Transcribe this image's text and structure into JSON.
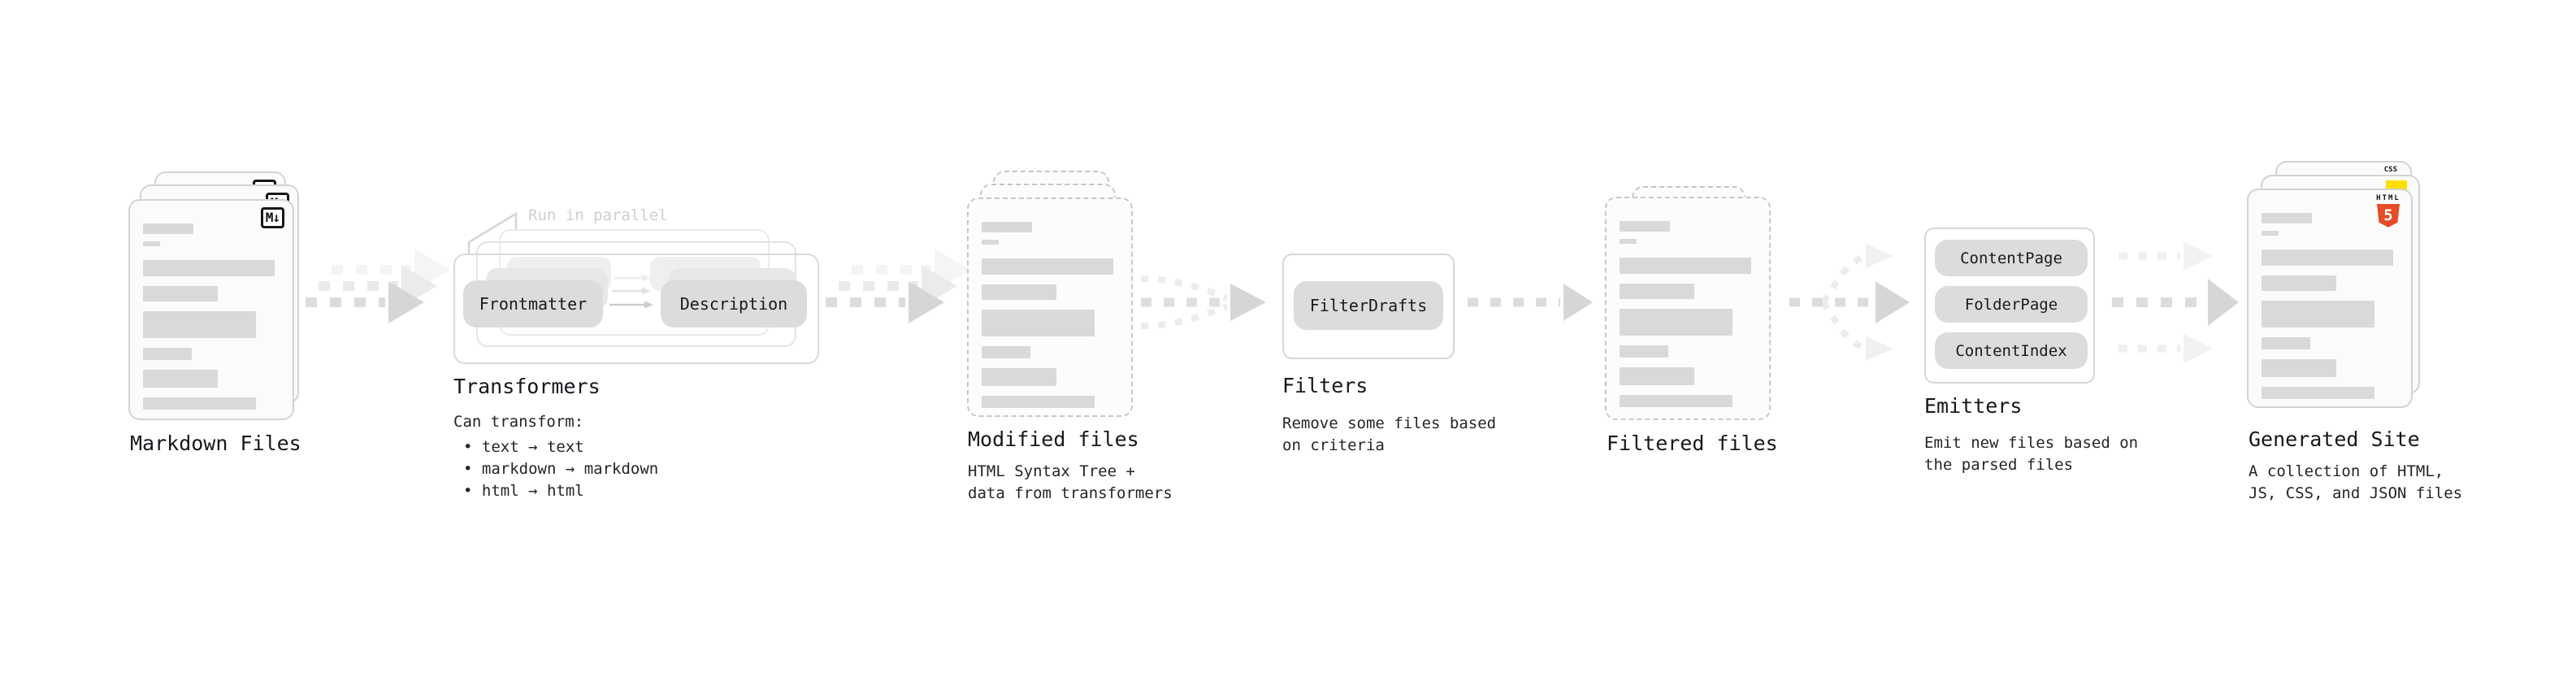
{
  "stages": {
    "markdown": {
      "label": "Markdown Files"
    },
    "transformers": {
      "label": "Transformers",
      "annotation": "Run in parallel",
      "source_button": "Frontmatter",
      "target_button": "Description",
      "desc_heading": "Can transform:",
      "bullets": [
        "• text → text",
        "• markdown → markdown",
        "• html → html"
      ]
    },
    "modified": {
      "label": "Modified files",
      "desc": "HTML Syntax Tree +\ndata from transformers"
    },
    "filters": {
      "label": "Filters",
      "button": "FilterDrafts",
      "desc": "Remove some files based\non criteria"
    },
    "filtered": {
      "label": "Filtered files"
    },
    "emitters": {
      "label": "Emitters",
      "buttons": [
        "ContentPage",
        "FolderPage",
        "ContentIndex"
      ],
      "desc": "Emit new files based on\nthe parsed files"
    },
    "generated": {
      "label": "Generated Site",
      "desc": "A collection of HTML,\nJS, CSS, and JSON files"
    }
  },
  "icons": {
    "markdown_badge": "M↓",
    "css_badge": "CSS",
    "html5_badge_text": "HTML",
    "html5_badge_number": "5"
  },
  "colors": {
    "accent_html5": "#e44d26",
    "accent_js": "#ffdf00",
    "accent_css": "#2965f1",
    "placeholder_bar": "#d9d9d9",
    "pill_button": "#dcdcdc",
    "arrow": "#d9d9d9",
    "annotation": "#cfcfcf"
  }
}
